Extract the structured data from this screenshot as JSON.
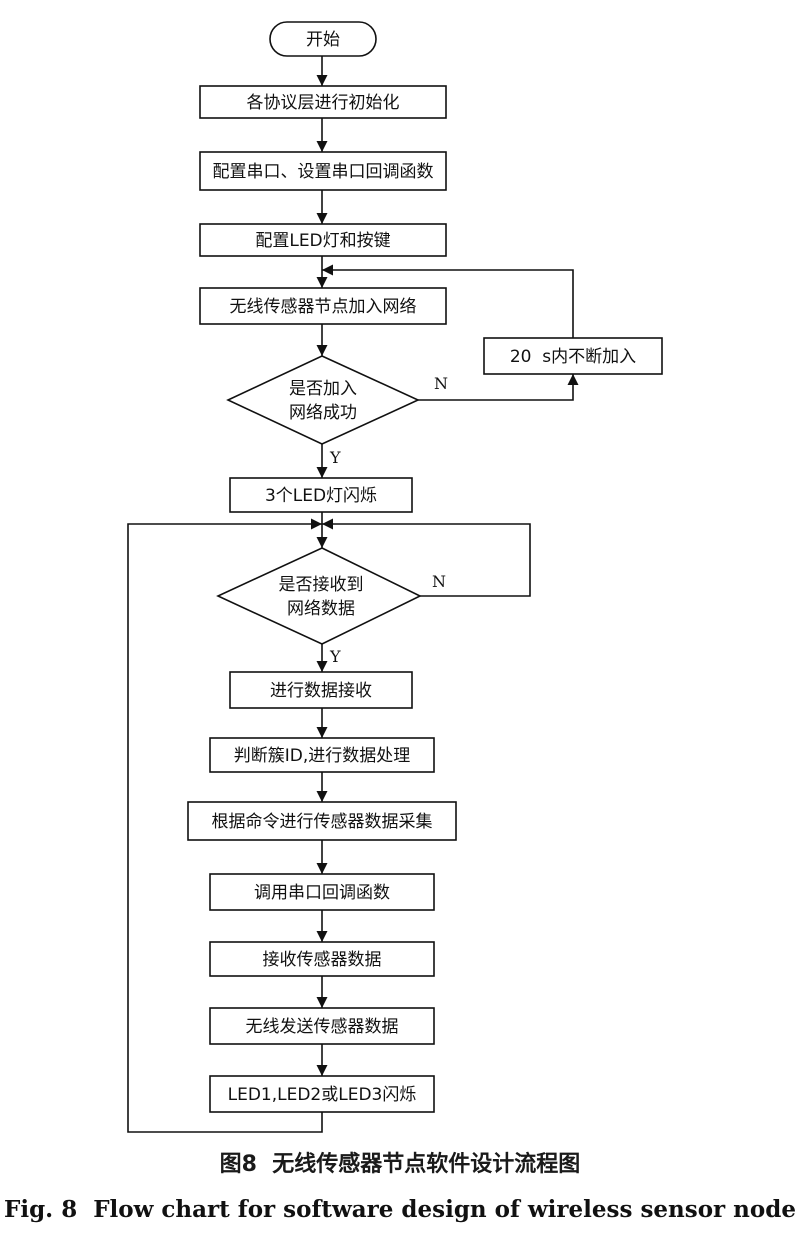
{
  "flowchart": {
    "start": "开始",
    "init": "各协议层进行初始化",
    "config_serial": "配置串口、设置串口回调函数",
    "config_led": "配置LED灯和按键",
    "join_network": "无线传感器节点加入网络",
    "join_success_q": [
      "是否加入",
      "网络成功"
    ],
    "retry": "20  s内不断加入",
    "blink3": "3个LED灯闪烁",
    "receive_q": [
      "是否接收到",
      "网络数据"
    ],
    "receive_data": "进行数据接收",
    "judge_cluster": "判断簇ID,进行数据处理",
    "collect": "根据命令进行传感器数据采集",
    "call_callback": "调用串口回调函数",
    "receive_sensor": "接收传感器数据",
    "send_wireless": "无线发送传感器数据",
    "led_blink": "LED1,LED2或LED3闪烁",
    "yes_label": "Y",
    "no_label": "N"
  },
  "caption": {
    "cn": "图8  无线传感器节点软件设计流程图",
    "en": "Fig. 8  Flow chart for software design of wireless sensor node"
  }
}
